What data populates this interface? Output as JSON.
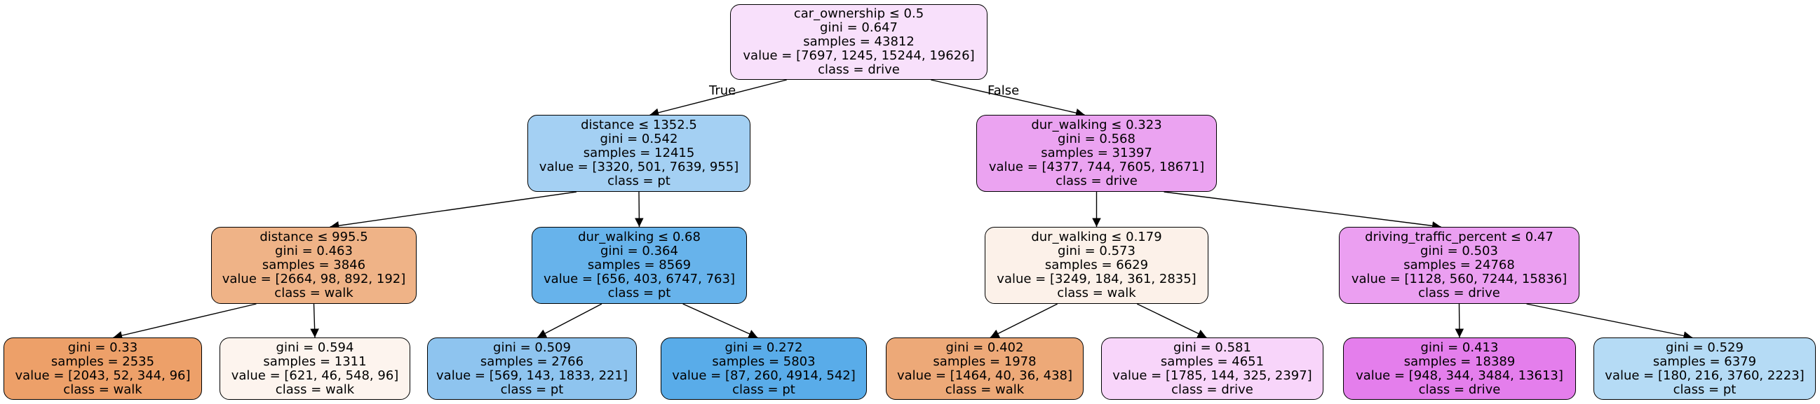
{
  "tree": {
    "edge_labels": {
      "true_label": "True",
      "false_label": "False"
    },
    "nodes": [
      {
        "id": "root",
        "lines": [
          "car_ownership ≤ 0.5",
          "gini = 0.647",
          "samples = 43812",
          "value = [7697, 1245, 15244, 19626]",
          "class = drive"
        ],
        "fill": "#f8e0fb"
      },
      {
        "id": "l1-left",
        "lines": [
          "distance ≤ 1352.5",
          "gini = 0.542",
          "samples = 12415",
          "value = [3320, 501, 7639, 955]",
          "class = pt"
        ],
        "fill": "#a4d0f3"
      },
      {
        "id": "l1-right",
        "lines": [
          "dur_walking ≤ 0.323",
          "gini = 0.568",
          "samples = 31397",
          "value = [4377, 744, 7605, 18671]",
          "class = drive"
        ],
        "fill": "#eba3f1"
      },
      {
        "id": "l2-a",
        "lines": [
          "distance ≤ 995.5",
          "gini = 0.463",
          "samples = 3846",
          "value = [2664, 98, 892, 192]",
          "class = walk"
        ],
        "fill": "#efb387"
      },
      {
        "id": "l2-b",
        "lines": [
          "dur_walking ≤ 0.68",
          "gini = 0.364",
          "samples = 8569",
          "value = [656, 403, 6747, 763]",
          "class = pt"
        ],
        "fill": "#67b3eb"
      },
      {
        "id": "l2-c",
        "lines": [
          "dur_walking ≤ 0.179",
          "gini = 0.573",
          "samples = 6629",
          "value = [3249, 184, 361, 2835]",
          "class = walk"
        ],
        "fill": "#fcf1e9"
      },
      {
        "id": "l2-d",
        "lines": [
          "driving_traffic_percent ≤ 0.47",
          "gini = 0.503",
          "samples = 24768",
          "value = [1128, 560, 7244, 15836]",
          "class = drive"
        ],
        "fill": "#eb9ff1"
      },
      {
        "id": "leaf-1",
        "lines": [
          "gini = 0.33",
          "samples = 2535",
          "value = [2043, 52, 344, 96]",
          "class = walk"
        ],
        "fill": "#eda069"
      },
      {
        "id": "leaf-2",
        "lines": [
          "gini = 0.594",
          "samples = 1311",
          "value = [621, 46, 548, 96]",
          "class = walk"
        ],
        "fill": "#fdf4ee"
      },
      {
        "id": "leaf-3",
        "lines": [
          "gini = 0.509",
          "samples = 2766",
          "value = [569, 143, 1833, 221]",
          "class = pt"
        ],
        "fill": "#8ec4ef"
      },
      {
        "id": "leaf-4",
        "lines": [
          "gini = 0.272",
          "samples = 5803",
          "value = [87, 260, 4914, 542]",
          "class = pt"
        ],
        "fill": "#59ace9"
      },
      {
        "id": "leaf-5",
        "lines": [
          "gini = 0.402",
          "samples = 1978",
          "value = [1464, 40, 36, 438]",
          "class = walk"
        ],
        "fill": "#eda978"
      },
      {
        "id": "leaf-6",
        "lines": [
          "gini = 0.581",
          "samples = 4651",
          "value = [1785, 144, 325, 2397]",
          "class = drive"
        ],
        "fill": "#f8d5fa"
      },
      {
        "id": "leaf-7",
        "lines": [
          "gini = 0.413",
          "samples = 18389",
          "value = [948, 344, 3484, 13613]",
          "class = drive"
        ],
        "fill": "#e47eec"
      },
      {
        "id": "leaf-8",
        "lines": [
          "gini = 0.529",
          "samples = 6379",
          "value = [180, 216, 3760, 2223]",
          "class = pt"
        ],
        "fill": "#b5dbf5"
      }
    ],
    "edges": [
      [
        "root",
        "l1-left"
      ],
      [
        "root",
        "l1-right"
      ],
      [
        "l1-left",
        "l2-a"
      ],
      [
        "l1-left",
        "l2-b"
      ],
      [
        "l1-right",
        "l2-c"
      ],
      [
        "l1-right",
        "l2-d"
      ],
      [
        "l2-a",
        "leaf-1"
      ],
      [
        "l2-a",
        "leaf-2"
      ],
      [
        "l2-b",
        "leaf-3"
      ],
      [
        "l2-b",
        "leaf-4"
      ],
      [
        "l2-c",
        "leaf-5"
      ],
      [
        "l2-c",
        "leaf-6"
      ],
      [
        "l2-d",
        "leaf-7"
      ],
      [
        "l2-d",
        "leaf-8"
      ]
    ]
  }
}
